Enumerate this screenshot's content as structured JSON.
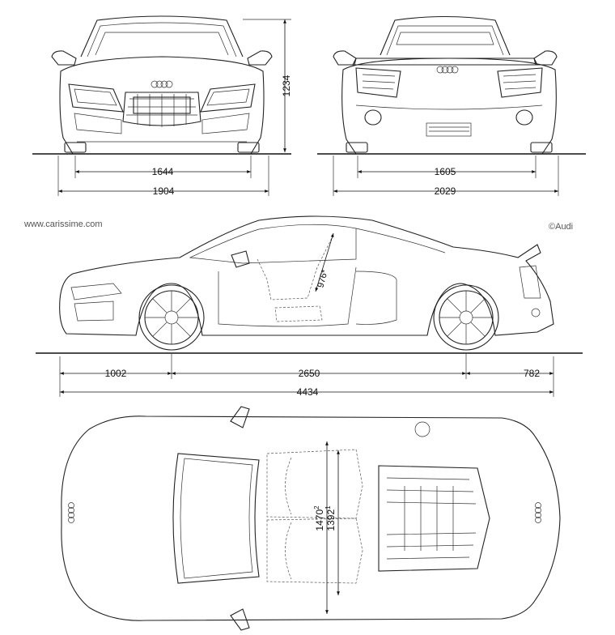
{
  "credits": {
    "site": "www.carissime.com",
    "brand": "©Audi"
  },
  "front_view": {
    "height": "1234",
    "track_width": "1644",
    "overall_width": "1904"
  },
  "rear_view": {
    "track_width": "1605",
    "overall_width": "2029"
  },
  "side_view": {
    "front_overhang": "1002",
    "wheelbase": "2650",
    "rear_overhang": "782",
    "overall_length": "4434",
    "seat_height": "976*"
  },
  "top_view": {
    "width_1": "1470",
    "width_1_note": "2",
    "width_2": "1392",
    "width_2_note": "1"
  }
}
